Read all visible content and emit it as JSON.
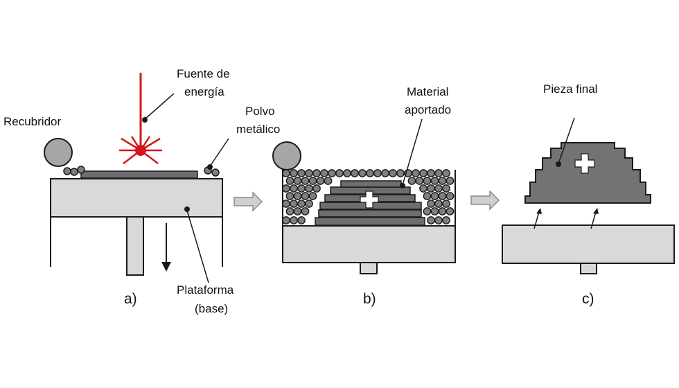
{
  "colors": {
    "platform_fill": "#d9d9d9",
    "powder_fill": "#7f7f7f",
    "layer_fill": "#6e6e6e",
    "part_fill": "#737373",
    "stroke": "#1a1a1a",
    "laser": "#d4141c",
    "arrow_fill": "#cfcfcf",
    "roller_fill": "#a6a6a6"
  },
  "labels": {
    "recoater": "Recubridor",
    "energy_source_line1": "Fuente de",
    "energy_source_line2": "energía",
    "powder_line1": "Polvo",
    "powder_line2": "metálico",
    "platform_line1": "Plataforma",
    "platform_line2": "(base)",
    "material_line1": "Material",
    "material_line2": "aportado",
    "final_part": "Pieza final"
  },
  "panels": [
    {
      "id": "a",
      "caption": "a)"
    },
    {
      "id": "b",
      "caption": "b)"
    },
    {
      "id": "c",
      "caption": "c)"
    }
  ],
  "icons": {
    "process_arrow": "right-block-arrow-icon",
    "down_arrow": "down-arrow-icon",
    "laser_burst": "laser-burst-icon",
    "cross": "cross-cavity-icon"
  }
}
